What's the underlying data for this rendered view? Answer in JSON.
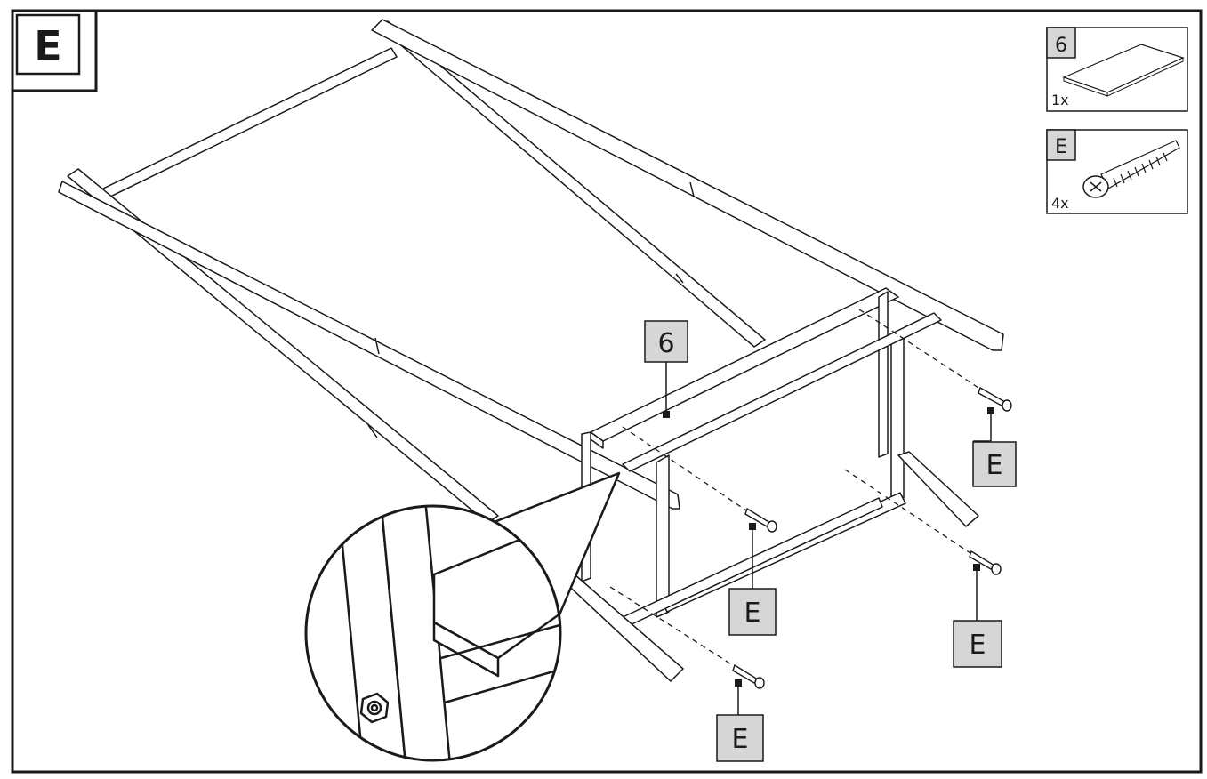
{
  "step": {
    "label": "E"
  },
  "parts": [
    {
      "id": "6",
      "qty": "1x",
      "icon": "board-panel-icon"
    },
    {
      "id": "E",
      "qty": "4x",
      "icon": "wood-screw-icon"
    }
  ],
  "callouts": {
    "panel": "6",
    "screw_1": "E",
    "screw_2": "E",
    "screw_3": "E",
    "screw_4": "E"
  },
  "colors": {
    "stroke": "#1a1a1a",
    "tag_fill": "#d6d6d6",
    "background": "#ffffff"
  }
}
